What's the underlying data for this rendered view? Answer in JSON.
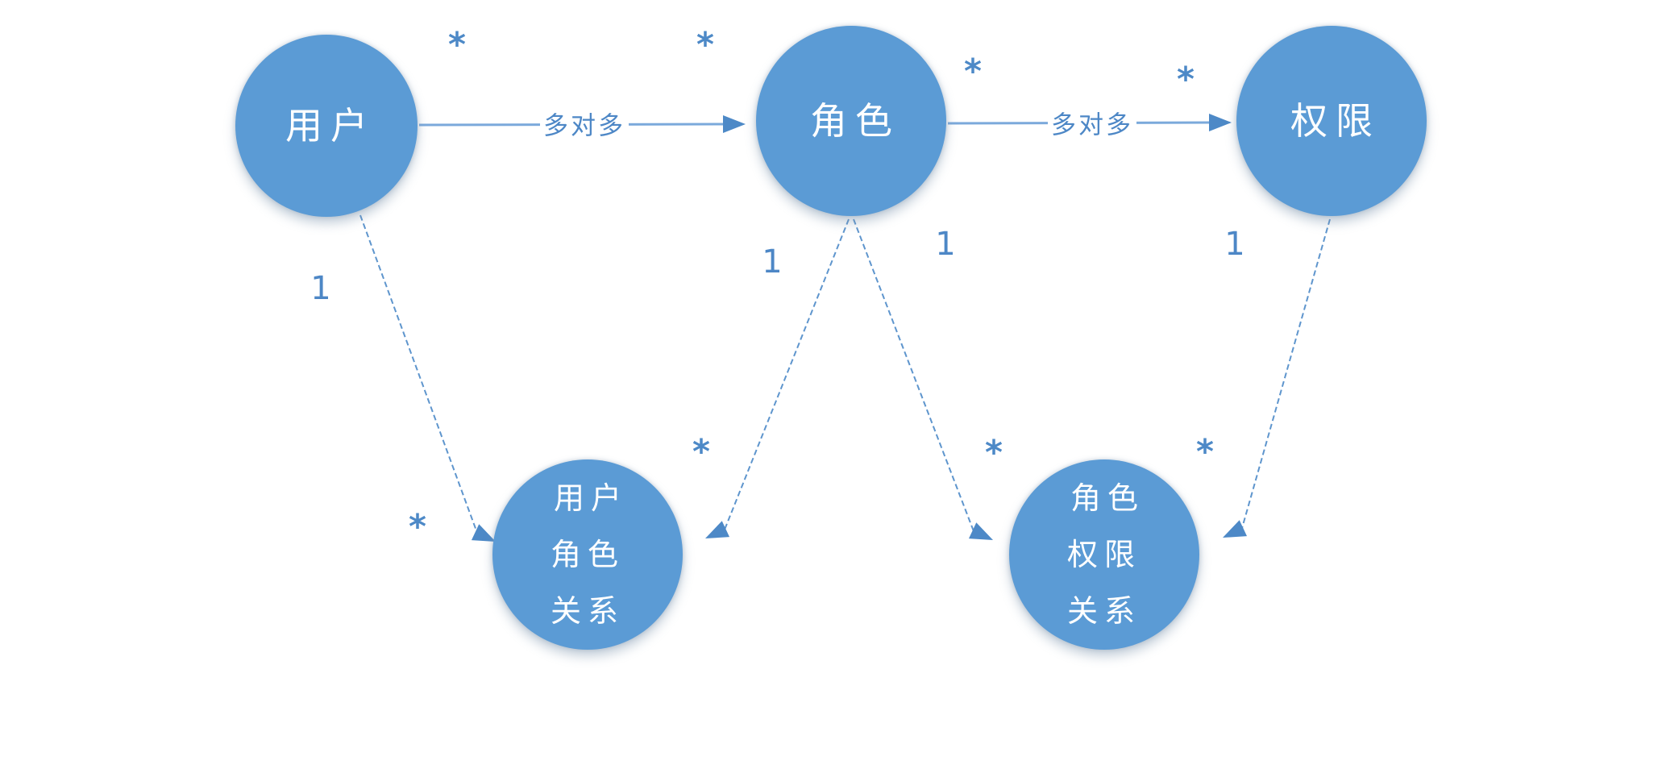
{
  "diagram": {
    "type": "entity-relationship",
    "colors": {
      "node_fill": "#5b9bd5",
      "node_text": "#ffffff",
      "solid_line": "#7ba9db",
      "dashed_line": "#5e95cd",
      "arrowhead": "#4d89c7",
      "label_text": "#4d87c6",
      "background": "#ffffff"
    },
    "nodes": [
      {
        "id": "user",
        "label": "用户"
      },
      {
        "id": "role",
        "label": "角色"
      },
      {
        "id": "permission",
        "label": "权限"
      },
      {
        "id": "user-role-relation",
        "label": "用户\n角色\n关系"
      },
      {
        "id": "role-permission-relation",
        "label": "角色\n权限\n关系"
      }
    ],
    "edges": [
      {
        "from": "用户",
        "to": "角色",
        "label": "多对多",
        "style": "solid-arrow",
        "source_multiplicity": "*",
        "target_multiplicity": "*"
      },
      {
        "from": "角色",
        "to": "权限",
        "label": "多对多",
        "style": "solid-arrow",
        "source_multiplicity": "*",
        "target_multiplicity": "*"
      },
      {
        "from": "用户",
        "to": "用户角色关系",
        "label": "",
        "style": "dashed-arrow",
        "source_multiplicity": "1",
        "target_multiplicity": "*"
      },
      {
        "from": "角色",
        "to": "用户角色关系",
        "label": "",
        "style": "dashed-arrow",
        "source_multiplicity": "1",
        "target_multiplicity": "*"
      },
      {
        "from": "角色",
        "to": "角色权限关系",
        "label": "",
        "style": "dashed-arrow",
        "source_multiplicity": "1",
        "target_multiplicity": "*"
      },
      {
        "from": "权限",
        "to": "角色权限关系",
        "label": "",
        "style": "dashed-arrow",
        "source_multiplicity": "1",
        "target_multiplicity": "*"
      }
    ]
  }
}
